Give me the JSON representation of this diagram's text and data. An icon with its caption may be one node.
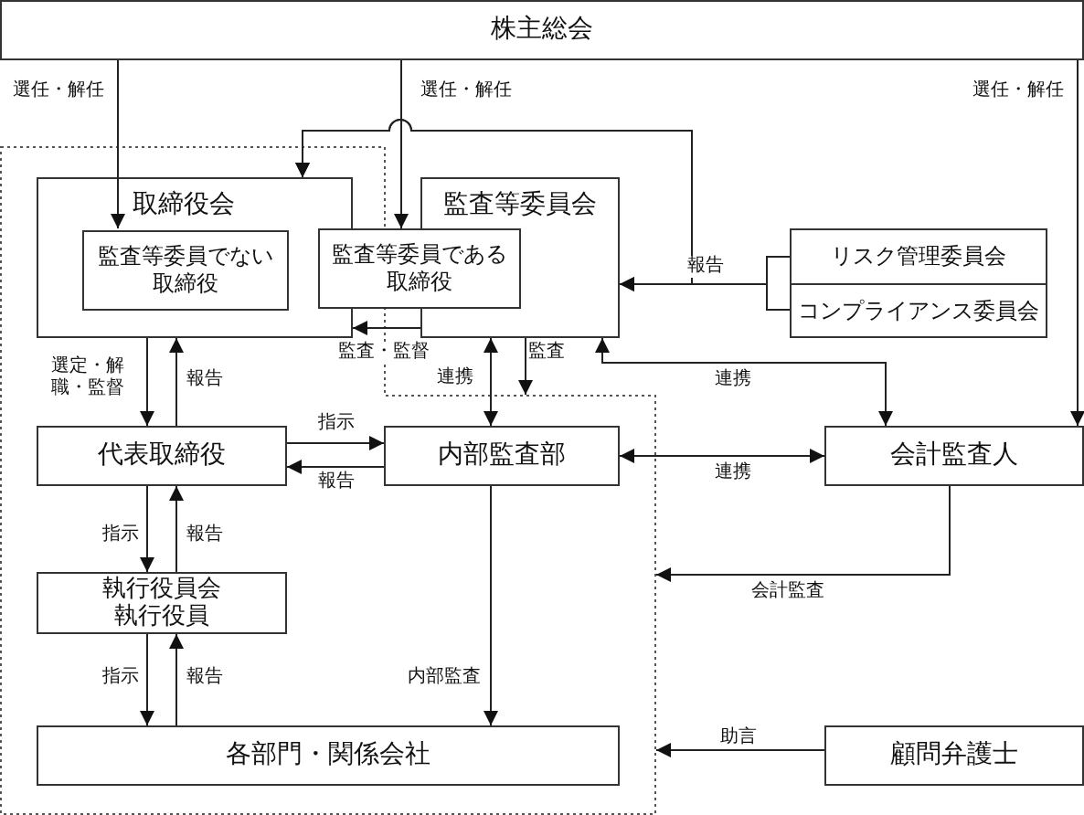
{
  "diagram": {
    "nodes": [
      {
        "text": [
          "株主総会"
        ]
      },
      {
        "text": [],
        "shape": "polygon"
      },
      {
        "text": [
          "取締役会"
        ],
        "in": 1
      },
      {
        "text": [
          "監査等委員会"
        ]
      },
      {
        "text": [
          "監査等委員でない取締役"
        ],
        "in": 2
      },
      {
        "text": [
          "監査等委員である取締役"
        ]
      },
      {
        "text": [
          "リスク管理委員会"
        ]
      },
      {
        "text": [
          "コンプライアンス委員会"
        ]
      },
      {
        "text": [
          "代表取締役"
        ],
        "in": 1
      },
      {
        "text": [
          "内部監査部"
        ],
        "in": 1
      },
      {
        "text": [
          "会計監査人"
        ]
      },
      {
        "text": [
          "執行役員会",
          "執行役員"
        ],
        "in": 1
      },
      {
        "text": [
          "各部門・関係会社"
        ],
        "in": 1
      },
      {
        "text": [
          "顧問弁護士"
        ]
      }
    ],
    "edges": [
      {
        "from": 0,
        "to": 4,
        "arrow": "to",
        "label": "選任・解任"
      },
      {
        "from": 0,
        "to": 5,
        "arrow": "to",
        "label": "選任・解任"
      },
      {
        "from": 0,
        "to": 10,
        "arrow": "to",
        "label": "選任・解任"
      },
      {
        "from": 6,
        "to": 3,
        "arrow": "to",
        "label": "報告"
      },
      {
        "from": 7,
        "to": 3,
        "arrow": "to"
      },
      {
        "from": 6,
        "to": 2,
        "arrow": "to"
      },
      {
        "from": 7,
        "to": 2,
        "arrow": "to"
      },
      {
        "from": 3,
        "to": 2,
        "arrow": "to",
        "label": "監査・監督"
      },
      {
        "from": 2,
        "to": 8,
        "arrow": "to",
        "label": "選定・解職・監督"
      },
      {
        "from": 8,
        "to": 2,
        "arrow": "to",
        "label": "報告"
      },
      {
        "from": 3,
        "to": 9,
        "arrow": "both",
        "label": "連携"
      },
      {
        "from": 3,
        "to": 1,
        "arrow": "to",
        "label": "監査"
      },
      {
        "from": 3,
        "to": 10,
        "arrow": "both",
        "label": "連携"
      },
      {
        "from": 8,
        "to": 9,
        "arrow": "to",
        "label": "指示"
      },
      {
        "from": 9,
        "to": 8,
        "arrow": "to",
        "label": "報告"
      },
      {
        "from": 9,
        "to": 10,
        "arrow": "both",
        "label": "連携"
      },
      {
        "from": 10,
        "to": 1,
        "arrow": "to",
        "label": "会計監査"
      },
      {
        "from": 8,
        "to": 11,
        "arrow": "to",
        "label": "指示"
      },
      {
        "from": 11,
        "to": 8,
        "arrow": "to",
        "label": "報告"
      },
      {
        "from": 11,
        "to": 12,
        "arrow": "to",
        "label": "指示"
      },
      {
        "from": 12,
        "to": 11,
        "arrow": "to",
        "label": "報告"
      },
      {
        "from": 9,
        "to": 12,
        "arrow": "to",
        "label": "内部監査"
      },
      {
        "from": 13,
        "to": 1,
        "arrow": "to",
        "label": "助言"
      }
    ]
  }
}
